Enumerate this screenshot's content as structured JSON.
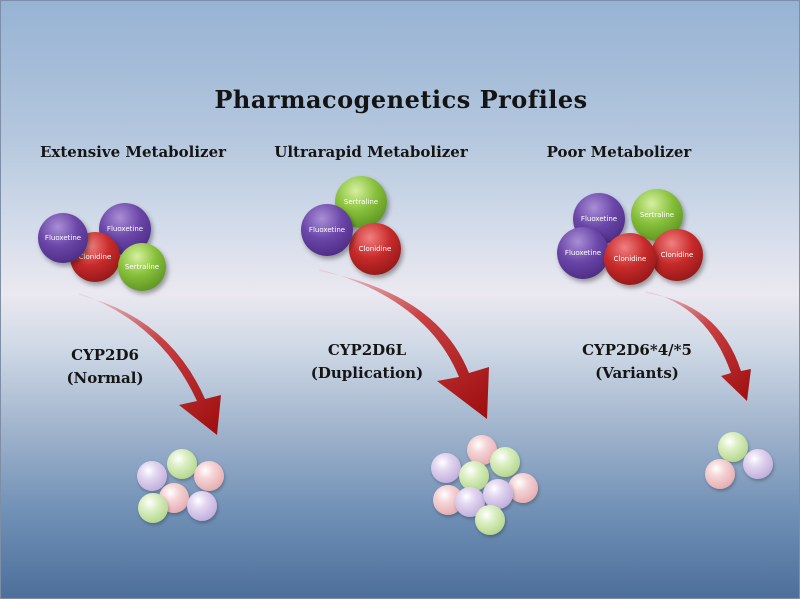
{
  "title": "Pharmacogenetics Profiles",
  "columns": [
    {
      "heading": "Extensive Metabolizer",
      "enzyme": "CYP2D6",
      "enzyme_note": "(Normal)",
      "drugs": [
        "Fluoxetine",
        "Fluoxetine",
        "Clonidine",
        "Sertraline"
      ]
    },
    {
      "heading": "Ultrarapid Metabolizer",
      "enzyme": "CYP2D6L",
      "enzyme_note": "(Duplication)",
      "drugs": [
        "Sertraline",
        "Fluoxetine",
        "Clonidine"
      ]
    },
    {
      "heading": "Poor Metabolizer",
      "enzyme": "CYP2D6*4/*5",
      "enzyme_note": "(Variants)",
      "drugs": [
        "Fluoxetine",
        "Sertraline",
        "Fluoxetine",
        "Clonidine",
        "Clonidine"
      ]
    }
  ],
  "colors": {
    "fluoxetine": "#6a46a8",
    "clonidine": "#c82a2a",
    "sertraline": "#86c03a",
    "arrow": "#c41a1a"
  }
}
